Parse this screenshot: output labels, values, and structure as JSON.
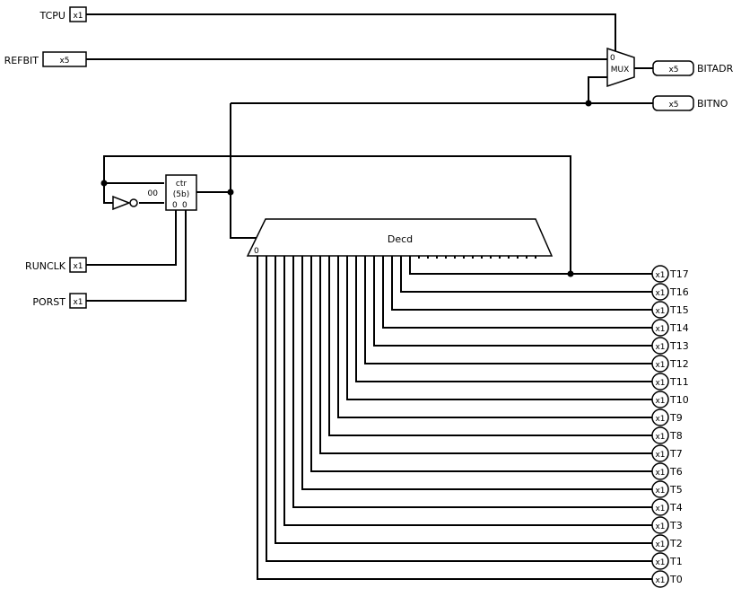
{
  "inputs": {
    "tcpu": {
      "name": "TCPU",
      "width": "x1"
    },
    "refbit": {
      "name": "REFBIT",
      "width": "x5"
    },
    "runclk": {
      "name": "RUNCLK",
      "width": "x1"
    },
    "porst": {
      "name": "PORST",
      "width": "x1"
    }
  },
  "outputs": {
    "bitadr": {
      "name": "BITADR",
      "width": "x5"
    },
    "bitno": {
      "name": "BITNO",
      "width": "x5"
    }
  },
  "mux": {
    "label": "MUX",
    "sel_zero": "0"
  },
  "counter": {
    "title": "ctr",
    "size": "(5b)",
    "init": "00",
    "pin_a": "0",
    "pin_b": "0"
  },
  "decoder": {
    "label": "Decd",
    "input_pin": "0"
  },
  "decoder_outputs": [
    {
      "name": "T0",
      "width": "x1"
    },
    {
      "name": "T1",
      "width": "x1"
    },
    {
      "name": "T2",
      "width": "x1"
    },
    {
      "name": "T3",
      "width": "x1"
    },
    {
      "name": "T4",
      "width": "x1"
    },
    {
      "name": "T5",
      "width": "x1"
    },
    {
      "name": "T6",
      "width": "x1"
    },
    {
      "name": "T7",
      "width": "x1"
    },
    {
      "name": "T8",
      "width": "x1"
    },
    {
      "name": "T9",
      "width": "x1"
    },
    {
      "name": "T10",
      "width": "x1"
    },
    {
      "name": "T11",
      "width": "x1"
    },
    {
      "name": "T12",
      "width": "x1"
    },
    {
      "name": "T13",
      "width": "x1"
    },
    {
      "name": "T14",
      "width": "x1"
    },
    {
      "name": "T15",
      "width": "x1"
    },
    {
      "name": "T16",
      "width": "x1"
    },
    {
      "name": "T17",
      "width": "x1"
    }
  ]
}
